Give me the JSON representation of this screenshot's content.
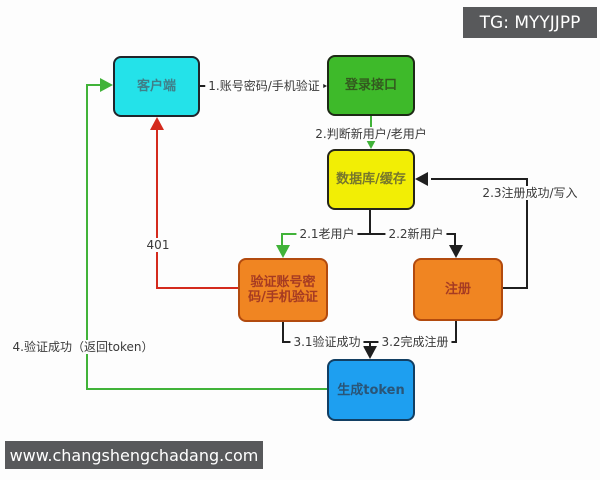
{
  "watermarks": {
    "top": "TG: MYYJJPP",
    "bottom": "www.changshengchadang.com"
  },
  "nodes": {
    "client": {
      "label": "客户端"
    },
    "login_api": {
      "label": "登录接口"
    },
    "database_cache": {
      "label": "数据库/缓存"
    },
    "verify": {
      "line1": "验证账号密",
      "line2": "码/手机验证"
    },
    "register": {
      "label": "注册"
    },
    "generate_token": {
      "label": "生成token"
    }
  },
  "edges": {
    "e1": "1.账号密码/手机验证",
    "e2": "2.判断新用户/老用户",
    "e21": "2.1老用户",
    "e22": "2.2新用户",
    "e23": "2.3注册成功/写入",
    "e31": "3.1验证成功",
    "e32": "3.2完成注册",
    "e4": "4.验证成功（返回token）",
    "e401": "401"
  },
  "colors": {
    "node_client": "#24E2E9",
    "node_login": "#3EBA2A",
    "node_database": "#F2EE05",
    "node_orange": "#F08522",
    "node_token": "#1E9FF0",
    "edge_black": "#1F1F1F",
    "edge_green": "#41B339",
    "edge_red": "#D42A1D",
    "watermark_bg": "#58595B"
  }
}
